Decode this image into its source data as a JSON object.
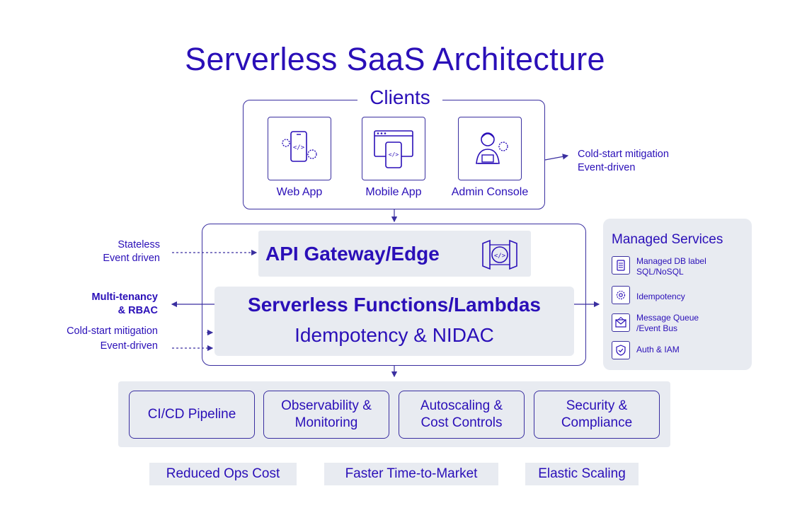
{
  "title": "Serverless SaaS Architecture",
  "clients": {
    "title": "Clients",
    "items": [
      {
        "label": "Web App",
        "icon": "phone-code-gear-icon"
      },
      {
        "label": "Mobile App",
        "icon": "browser-phone-code-icon"
      },
      {
        "label": "Admin Console",
        "icon": "admin-person-gear-icon"
      }
    ],
    "note_line1": "Cold-start mitigation",
    "note_line2": "Event-driven"
  },
  "api_gateway": {
    "label": "API Gateway/Edge",
    "icon": "gateway-code-icon"
  },
  "functions": {
    "title": "Serverless Functions/Lambdas",
    "subtitle": "Idempotency & NIDAC"
  },
  "left_notes": {
    "gateway_line1": "Stateless",
    "gateway_line2": "Event driven",
    "tenancy_line1": "Multi-tenancy",
    "tenancy_line2": "& RBAC",
    "cold_line1": "Cold-start mitigation",
    "cold_line2": "Event-driven"
  },
  "managed_services": {
    "title": "Managed Services",
    "items": [
      {
        "line1": "Managed DB label",
        "line2": "SQL/NoSQL",
        "icon": "database-icon"
      },
      {
        "line1": "Idempotency",
        "line2": "",
        "icon": "gear-icon"
      },
      {
        "line1": "Message Queue",
        "line2": "/Event Bus",
        "icon": "envelope-icon"
      },
      {
        "line1": "Auth & IAM",
        "line2": "",
        "icon": "shield-check-icon"
      }
    ]
  },
  "operations": [
    {
      "label": "CI/CD Pipeline"
    },
    {
      "label": "Observability &\nMonitoring"
    },
    {
      "label": "Autoscaling &\nCost Controls"
    },
    {
      "label": "Security &\nCompliance"
    }
  ],
  "benefits": [
    {
      "label": "Reduced Ops Cost"
    },
    {
      "label": "Faster Time-to-Market"
    },
    {
      "label": "Elastic Scaling"
    }
  ],
  "colors": {
    "primary": "#2a0fb8",
    "panel": "#e8ebf1",
    "border": "#3a2fa0"
  }
}
